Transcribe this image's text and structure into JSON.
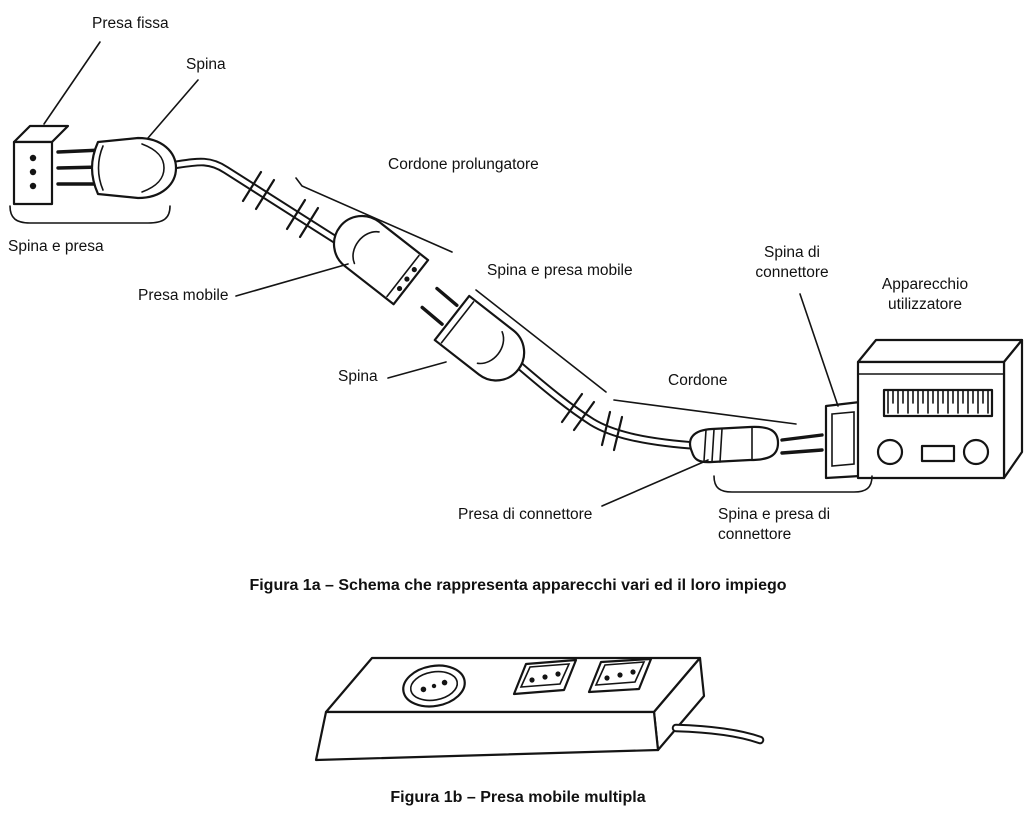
{
  "figure": {
    "fig1a": {
      "labels": {
        "presa_fissa": "Presa fissa",
        "spina_top": "Spina",
        "cordone_prolungatore": "Cordone prolungatore",
        "spina_e_presa": "Spina e presa",
        "presa_mobile": "Presa mobile",
        "spina_e_presa_mobile": "Spina e presa mobile",
        "spina_mid": "Spina",
        "cordone": "Cordone",
        "spina_di_connettore_line1": "Spina di",
        "spina_di_connettore_line2": "connettore",
        "apparecchio_line1": "Apparecchio",
        "apparecchio_line2": "utilizzatore",
        "presa_di_connettore": "Presa di connettore",
        "spina_e_presa_di_connettore_line1": "Spina e presa di",
        "spina_e_presa_di_connettore_line2": "connettore"
      },
      "caption": "Figura 1a – Schema che rappresenta apparecchi vari ed il loro impiego"
    },
    "fig1b": {
      "caption": "Figura 1b – Presa mobile multipla"
    },
    "colors": {
      "ink": "#141414",
      "background": "#ffffff"
    }
  }
}
